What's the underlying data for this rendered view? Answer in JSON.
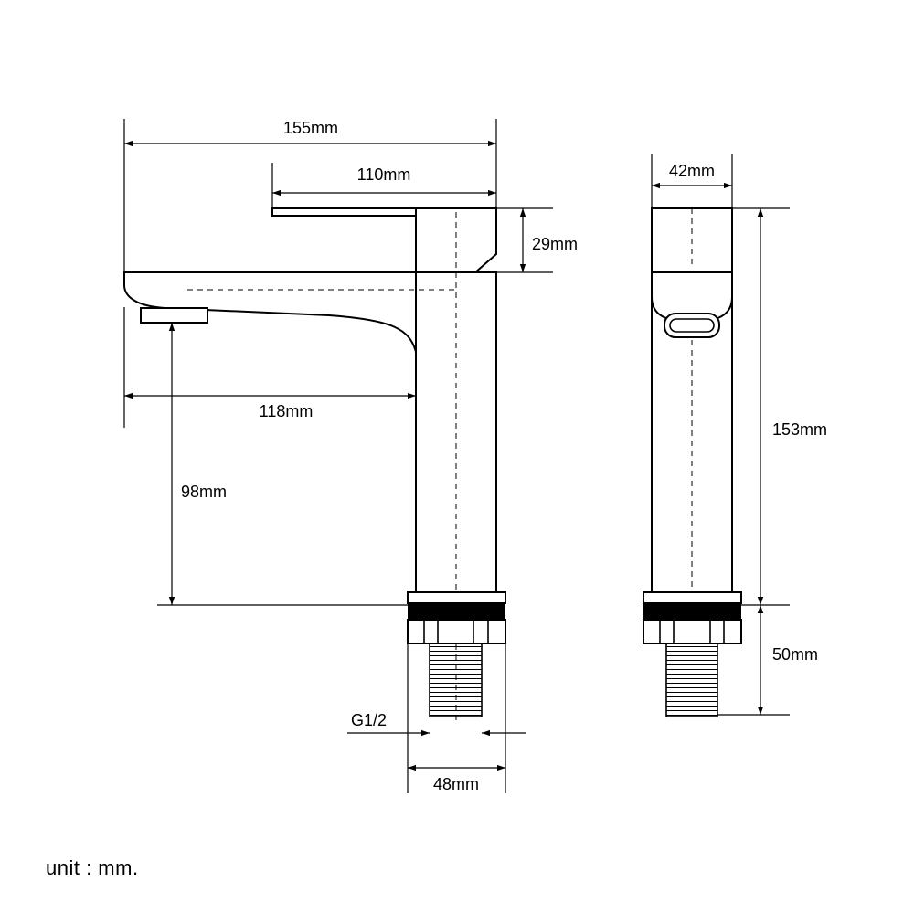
{
  "dimensions": {
    "overall_length": "155mm",
    "lever_length": "110mm",
    "lever_height": "29mm",
    "spout_reach": "118mm",
    "spout_height": "98mm",
    "body_width": "42mm",
    "body_height": "153mm",
    "thread_length": "50mm",
    "thread_size": "G1/2",
    "base_width": "48mm"
  },
  "unit_note": "unit : mm."
}
